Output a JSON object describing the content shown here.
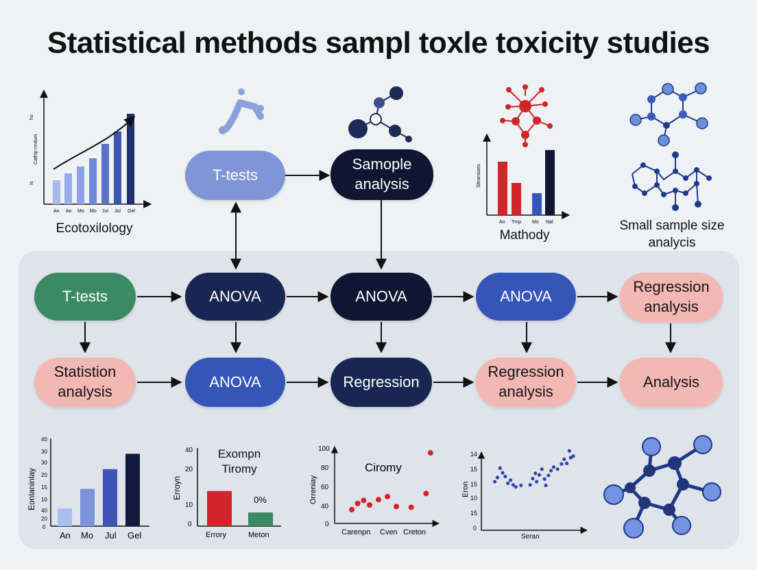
{
  "title": "Statistical methods sampl toxle toxicity studies",
  "colors": {
    "background": "#eef2f4",
    "panel": "#dfe3ea",
    "light_blue": "#7f95d7",
    "navy": "#182751",
    "green": "#3b8a63",
    "blue": "#3555b8",
    "pink": "#f1b8b4",
    "red": "#d0262b"
  },
  "top": {
    "ecotox_caption": "Ecotoxilology",
    "ecotox_ylabel": "Cathip rrndum",
    "ecotox_tick_top": "hu",
    "ecotox_tick_bottom": "Is",
    "ecotox_months": [
      "An",
      "An",
      "Mo",
      "Mo",
      "Jul",
      "Jul",
      "Gel"
    ],
    "ttests_node": "T-tests",
    "sample_node": "Samople analysis",
    "methody_caption": "Mathody",
    "methody_ylabel": "Sbransizes",
    "methody_ticks": [
      "An",
      "Tmp",
      "Mo",
      "Nal"
    ],
    "small_sample_caption": "Small sample size analycis"
  },
  "flow": {
    "row1": [
      "T-tests",
      "ANOVA",
      "ANOVA",
      "ANOVA",
      "Regression analysis"
    ],
    "row2": [
      "Statistion analysis",
      "ANOVA",
      "Regression",
      "Regression analysis",
      "Analysis"
    ]
  },
  "chart_data": [
    {
      "type": "bar",
      "ylabel": "Eonlaninlay",
      "yticks": [
        "40",
        "30",
        "30",
        "20",
        "15",
        "10",
        "40",
        "20",
        "0"
      ],
      "categories": [
        "An",
        "Mo",
        "Jul",
        "Gel"
      ],
      "values": [
        8,
        17,
        26,
        33
      ],
      "ylim": [
        0,
        40
      ]
    },
    {
      "type": "bar",
      "title": "Exompn Tiromy",
      "ylabel": "Erroyn",
      "yticks": [
        "40",
        "20",
        "10",
        "0"
      ],
      "categories": [
        "Errory",
        "Meton"
      ],
      "values": [
        18,
        7
      ],
      "annotation": "0%",
      "ylim": [
        0,
        40
      ]
    },
    {
      "type": "scatter",
      "title": "Ciromy",
      "ylabel": "Orreniay",
      "yticks": [
        "100",
        "80",
        "60",
        "40",
        "20",
        "0"
      ],
      "xticks": [
        "Carenpn",
        "Cven",
        "Creton"
      ],
      "points": [
        [
          0.3,
          18
        ],
        [
          0.5,
          26
        ],
        [
          0.7,
          30
        ],
        [
          0.9,
          24
        ],
        [
          1.2,
          31
        ],
        [
          1.5,
          35
        ],
        [
          1.8,
          22
        ],
        [
          2.3,
          21
        ],
        [
          2.8,
          39
        ],
        [
          2.95,
          92
        ]
      ],
      "ylim": [
        0,
        100
      ]
    },
    {
      "type": "scatter",
      "ylabel": "Eron",
      "xlabel": "Seran",
      "yticks": [
        "14",
        "15",
        "15",
        "10",
        "15",
        "0"
      ],
      "points": [
        [
          0.4,
          9.3
        ],
        [
          0.6,
          10.1
        ],
        [
          0.8,
          11.9
        ],
        [
          1.0,
          11.0
        ],
        [
          1.2,
          10.3
        ],
        [
          1.4,
          9.0
        ],
        [
          1.6,
          9.6
        ],
        [
          1.8,
          8.7
        ],
        [
          2.0,
          8.3
        ],
        [
          2.4,
          8.6
        ],
        [
          3.1,
          8.7
        ],
        [
          3.3,
          9.9
        ],
        [
          3.5,
          10.9
        ],
        [
          3.6,
          9.3
        ],
        [
          3.8,
          10.6
        ],
        [
          4.0,
          11.7
        ],
        [
          4.2,
          9.8
        ],
        [
          4.3,
          8.6
        ],
        [
          4.5,
          10.5
        ],
        [
          4.7,
          11.4
        ],
        [
          4.9,
          12.1
        ],
        [
          5.2,
          11.7
        ],
        [
          5.5,
          12.7
        ],
        [
          5.7,
          13.6
        ],
        [
          5.9,
          12.8
        ],
        [
          6.2,
          13.9
        ],
        [
          6.4,
          14.2
        ],
        [
          6.1,
          15.2
        ]
      ],
      "ylim": [
        0,
        16
      ]
    }
  ]
}
